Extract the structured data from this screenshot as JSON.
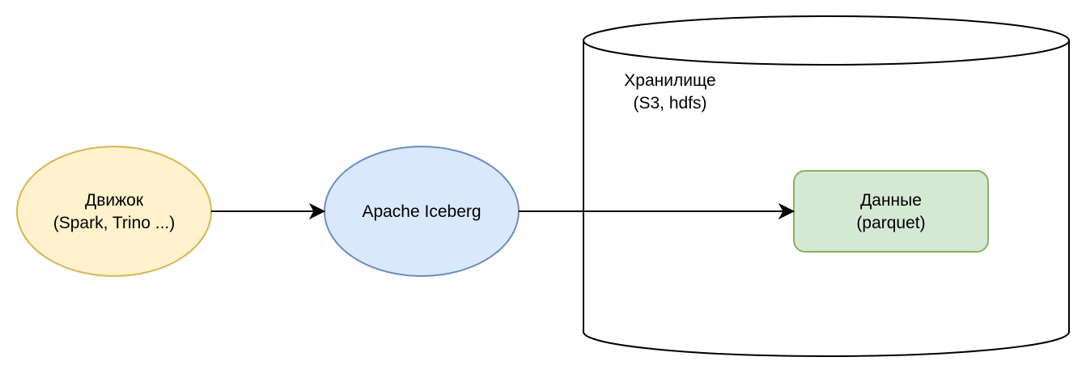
{
  "colors": {
    "background": "#ffffff",
    "stroke": "#000000",
    "engine_fill": "#fff2cc",
    "engine_stroke": "#d6b656",
    "iceberg_fill": "#dae8fc",
    "iceberg_stroke": "#6c8ebf",
    "data_fill": "#d5e8d4",
    "data_stroke": "#82b366",
    "storage_fill": "#ffffff"
  },
  "nodes": {
    "engine": {
      "shape": "ellipse",
      "line1": "Движок",
      "line2": "(Spark, Trino ...)"
    },
    "iceberg": {
      "shape": "ellipse",
      "line1": "Apache Iceberg"
    },
    "storage": {
      "shape": "cylinder",
      "line1": "Хранилище",
      "line2": "(S3, hdfs)"
    },
    "data": {
      "shape": "rounded-rectangle",
      "line1": "Данные",
      "line2": "(parquet)"
    }
  },
  "edges": [
    {
      "from": "engine",
      "to": "iceberg",
      "style": "arrow"
    },
    {
      "from": "iceberg",
      "to": "data",
      "style": "arrow"
    }
  ]
}
